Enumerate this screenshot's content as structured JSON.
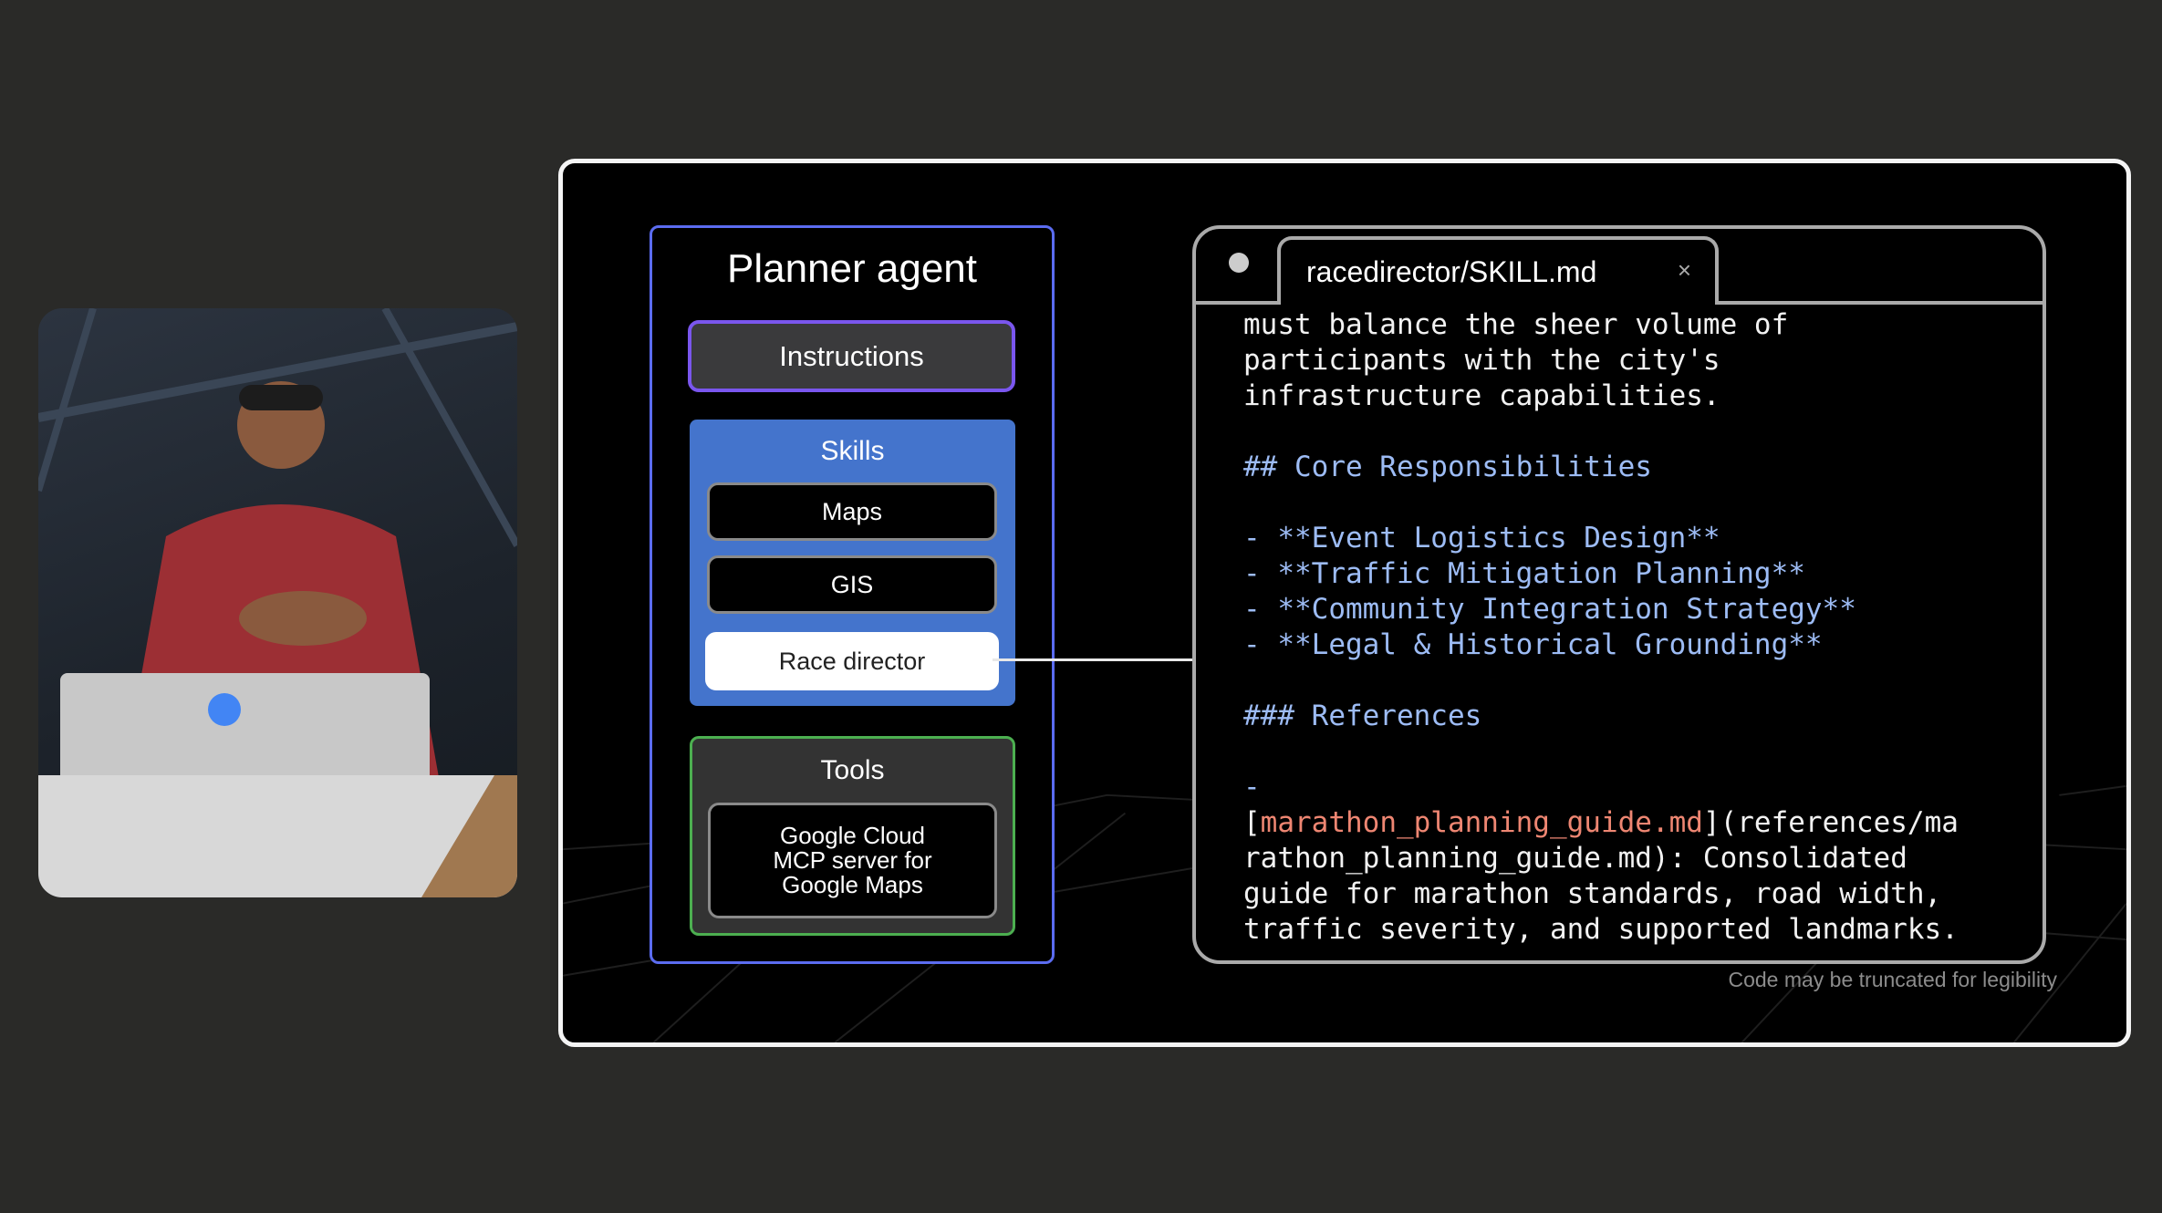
{
  "video": {
    "label": "presenter-video"
  },
  "planner": {
    "title": "Planner agent",
    "instructions": "Instructions",
    "skills": {
      "title": "Skills",
      "items": [
        "Maps",
        "GIS",
        "Race director"
      ],
      "selected": "Race director"
    },
    "tools": {
      "title": "Tools",
      "items": [
        "Google Cloud MCP server for Google Maps"
      ]
    }
  },
  "editor": {
    "tab_title": "racedirector/SKILL.md",
    "close_glyph": "×",
    "lines": [
      "must balance the sheer volume of",
      "participants with the city's",
      "infrastructure capabilities.",
      "",
      "## Core Responsibilities",
      "",
      "- **Event Logistics Design**",
      "- **Traffic Mitigation Planning**",
      "- **Community Integration Strategy**",
      "- **Legal & Historical Grounding**",
      "",
      "### References",
      "",
      "-"
    ],
    "ref_open": "[",
    "ref_link": "marathon_planning_guide.md",
    "ref_rest": "](references/ma",
    "tail_lines": [
      "rathon_planning_guide.md): Consolidated",
      "guide for marathon standards, road width,",
      "traffic severity, and supported landmarks."
    ]
  },
  "footnote": "Code may be truncated for legibility",
  "colors": {
    "background": "#2a2a28",
    "skills": "#4474cc",
    "instructions_border": "#7a56ee",
    "tools_border": "#4caf50",
    "heading": "#9dbcf5",
    "link": "#ee8672"
  }
}
